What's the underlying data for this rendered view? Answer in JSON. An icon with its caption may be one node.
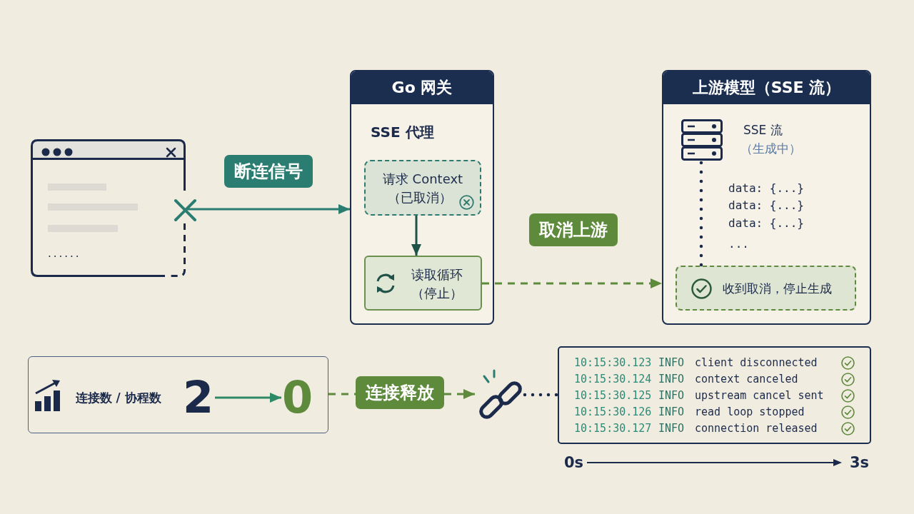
{
  "diagram": {
    "nodes": [
      {
        "text": [
          "......"
        ]
      },
      {
        "text": [
          "Go 网关",
          "SSE 代理"
        ]
      },
      {
        "text": [
          "请求 Context",
          "（已取消）"
        ],
        "in": 1
      },
      {
        "text": [
          "读取循环",
          "（停止）"
        ],
        "in": 1
      },
      {
        "text": [
          "上游模型（SSE 流）",
          "data: {...}",
          "data: {...}",
          "data: {...}",
          "..."
        ]
      },
      {
        "text": [
          "SSE 流",
          "（生成中）"
        ],
        "in": 4
      },
      {
        "text": [
          "收到取消，停止生成"
        ],
        "in": 4
      },
      {
        "text": [
          "连接数 / 协程数"
        ]
      },
      {
        "text": [
          "2"
        ],
        "in": 7
      },
      {
        "text": [
          "0"
        ],
        "in": 7
      },
      {
        "text": [],
        "shape": "picture"
      },
      {
        "text": [
          "10:15:30.123",
          "INFO",
          "client disconnected",
          "10:15:30.124",
          "INFO",
          "context canceled",
          "10:15:30.125",
          "INFO",
          "upstream cancel sent",
          "10:15:30.126",
          "INFO",
          "read loop stopped",
          "10:15:30.127",
          "INFO",
          "connection released"
        ]
      }
    ],
    "edges": [
      {
        "from": 0,
        "to": 1,
        "arrow": "to",
        "label": "断连信号",
        "color": "#2a7d70"
      },
      {
        "from": 2,
        "to": 3,
        "arrow": "to",
        "color": "#1f5249"
      },
      {
        "from": 3,
        "to": 4,
        "arrow": "to",
        "label": "取消上游",
        "style": "dashed",
        "color": "#5e8a3c"
      },
      {
        "from": 5,
        "to": 6,
        "arrow": "none",
        "style": "dashed",
        "color": "#1b2a4a"
      },
      {
        "from": 8,
        "to": 9,
        "arrow": "to",
        "color": "#2e8a66"
      },
      {
        "from": 7,
        "to": 10,
        "arrow": "to",
        "label": "连接释放",
        "style": "dashed",
        "color": "#5e8a3c"
      },
      {
        "from": 10,
        "to": 11,
        "arrow": "none",
        "style": "dashed",
        "color": "#1b2a4a"
      }
    ],
    "labels": [
      "0s",
      "3s"
    ]
  }
}
